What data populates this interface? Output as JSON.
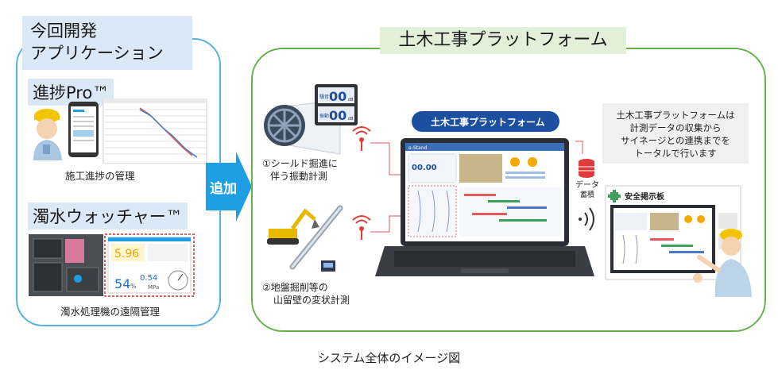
{
  "left": {
    "title_line1": "今回開発",
    "title_line2": "アプリケーション",
    "app1": {
      "name": "進捗Pro™",
      "caption": "施工進捗の管理"
    },
    "app2": {
      "name": "濁水ウォッチャー™",
      "caption": "濁水処理機の遠隔管理",
      "value1": "5.96",
      "value2": "54",
      "value3": "0.54",
      "unit3": "MPa",
      "unit2": "%"
    }
  },
  "arrow": {
    "label": "追加"
  },
  "right": {
    "title": "土木工事プラットフォーム",
    "platform_pill": "土木工事プラットフォーム",
    "note_line1": "土木工事プラットフォームは",
    "note_line2": "計測データの収集から",
    "note_line3": "サイネージとの連携までを",
    "note_line4": "トータルで行います",
    "sensor1_line1": "①シールド掘進に",
    "sensor1_line2": "伴う振動計測",
    "sensor2_line1": "②地盤掘削等の",
    "sensor2_line2": "山留壁の変状計測",
    "display_digits": "00",
    "display_unit": "dB",
    "display_label_top": "騒音",
    "display_label_bottom": "振動",
    "db_label_line1": "データ",
    "db_label_line2": "蓄積",
    "signage_title": "安全掲示板",
    "app_brand": "e-Stand",
    "screen_digits": "00.00"
  },
  "caption": "システム全体のイメージ図",
  "colors": {
    "left_border": "#5bb0de",
    "right_border": "#66b24a",
    "arrow": "#1f9fe3",
    "pill": "#1d4fa0",
    "db": "#e03a3a"
  }
}
